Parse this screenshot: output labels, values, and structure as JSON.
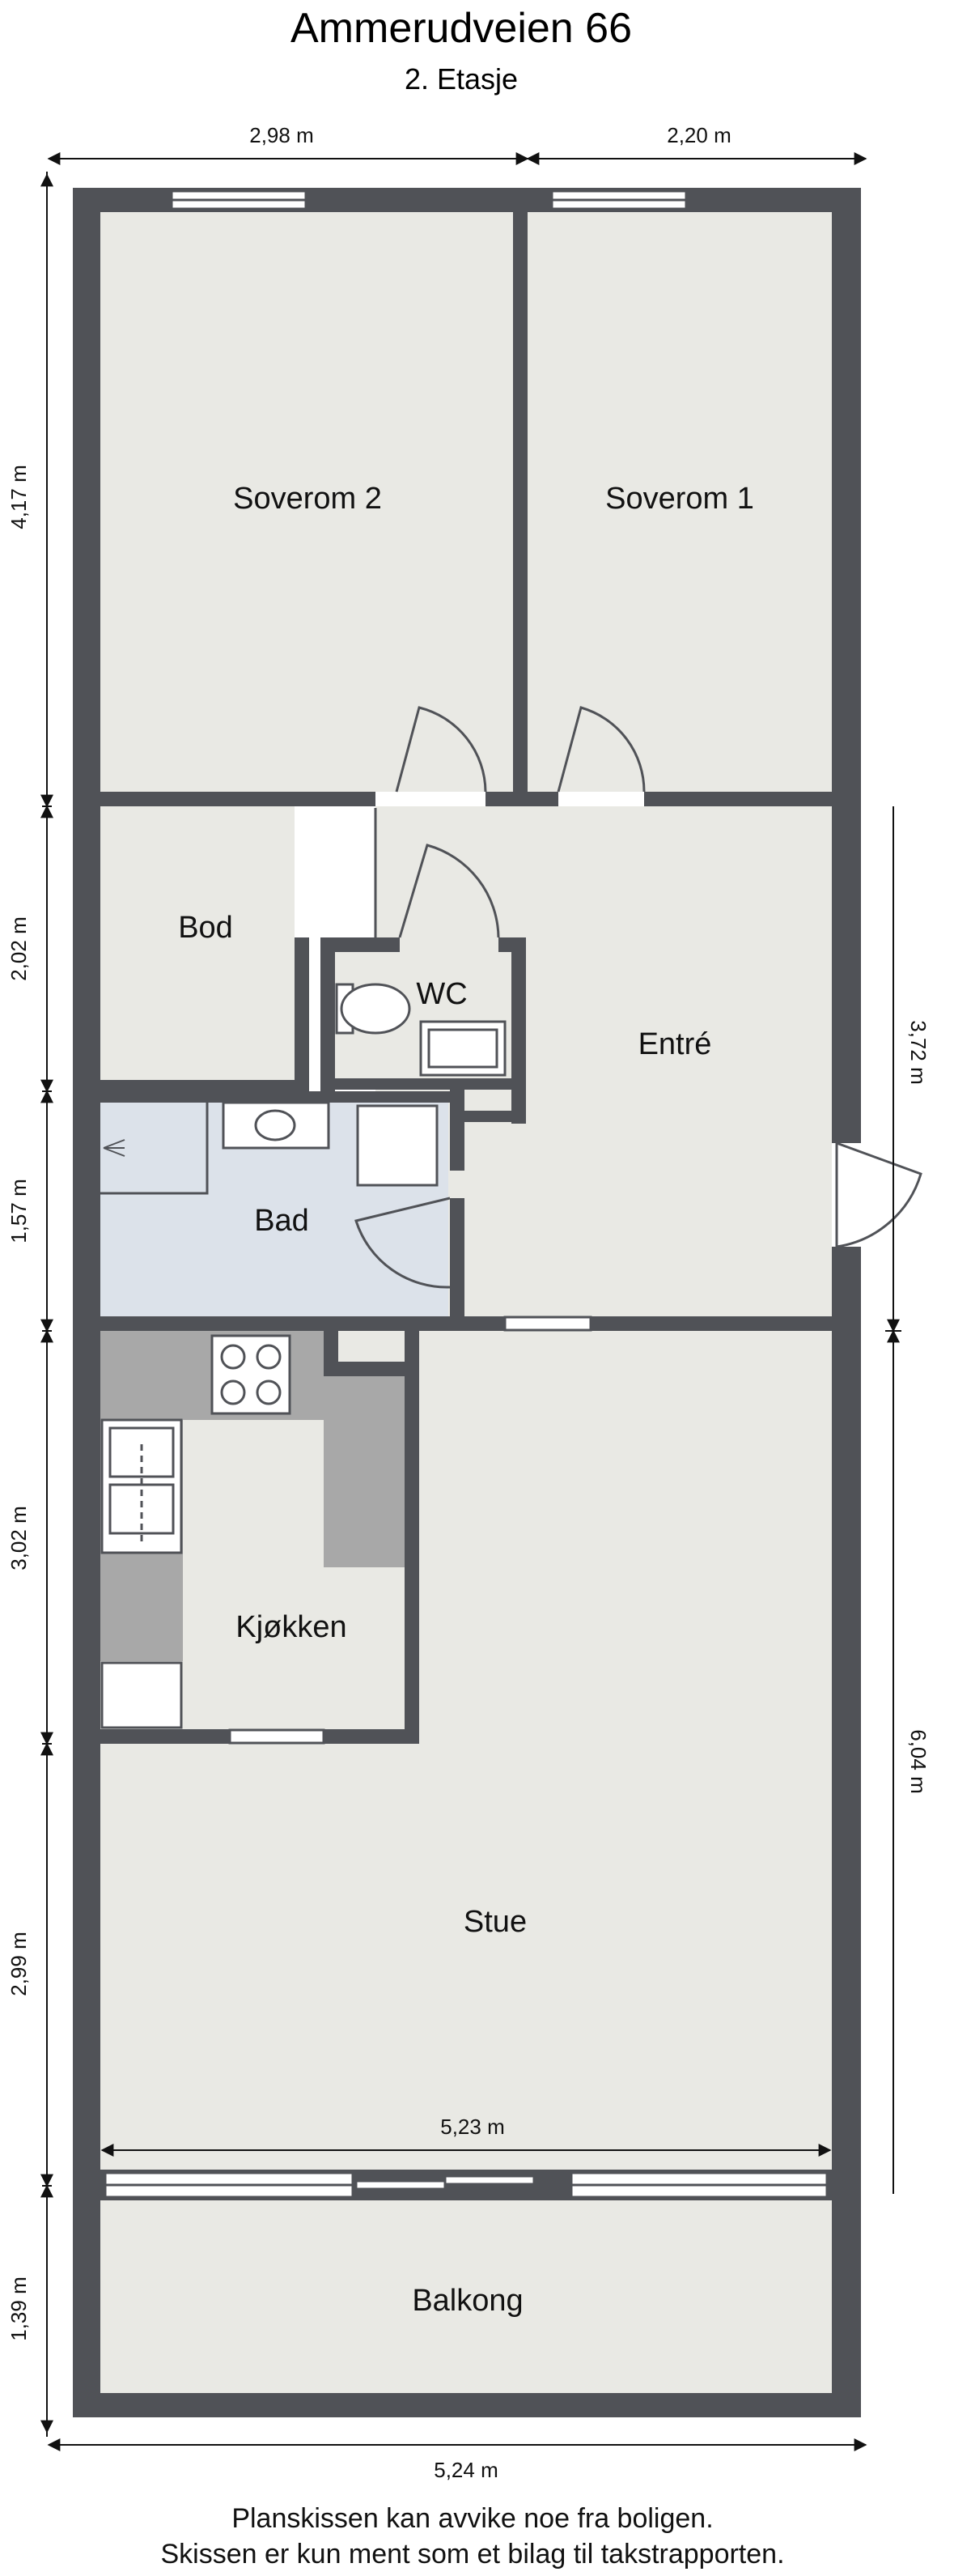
{
  "header": {
    "title": "Ammerudveien 66",
    "floor": "2. Etasje"
  },
  "rooms": {
    "soverom2": "Soverom 2",
    "soverom1": "Soverom 1",
    "bod": "Bod",
    "wc": "WC",
    "entre": "Entré",
    "bad": "Bad",
    "kjokken": "Kjøkken",
    "stue": "Stue",
    "balkong": "Balkong"
  },
  "dimensions": {
    "top_left": "2,98 m",
    "top_right": "2,20 m",
    "left_1": "4,17 m",
    "left_2": "2,02 m",
    "left_3": "1,57 m",
    "left_4": "3,02 m",
    "left_5": "2,99 m",
    "left_6": "1,39 m",
    "right_1": "3,72 m",
    "right_2": "6,04 m",
    "inner_width": "5,23 m",
    "bottom": "5,24 m"
  },
  "footer": {
    "line1": "Planskissen kan avvike noe fra boligen.",
    "line2": "Skissen er kun ment som et bilag til takstrapporten."
  },
  "colors": {
    "wall": "#505257",
    "floor": "#e9e9e4",
    "bath": "#dce2ea",
    "counter": "#a8a8a8"
  }
}
